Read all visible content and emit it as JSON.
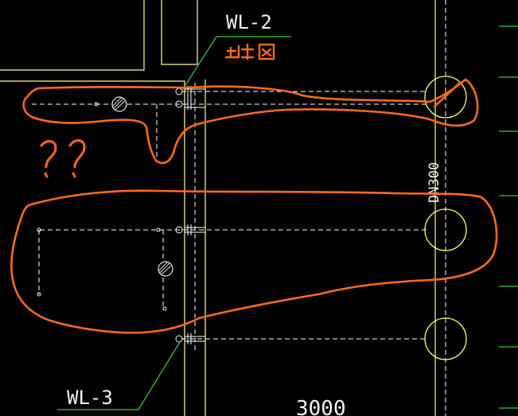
{
  "labels": {
    "pipe_top": "WL-2",
    "pipe_bottom": "WL-3",
    "diameter": "DN300",
    "dimension": "3000",
    "handwritten_note": "止阀",
    "handwritten_marks": "? ?"
  },
  "colors": {
    "background": "#000000",
    "wall_line": "#ffff99",
    "pipe_line": "#ffffff",
    "leader_line": "#33cc33",
    "green_ticks": "#33cc33",
    "manhole": "#ffff66",
    "annotation": "#ff6a1a",
    "valve_fill": "#e6e6e6"
  }
}
